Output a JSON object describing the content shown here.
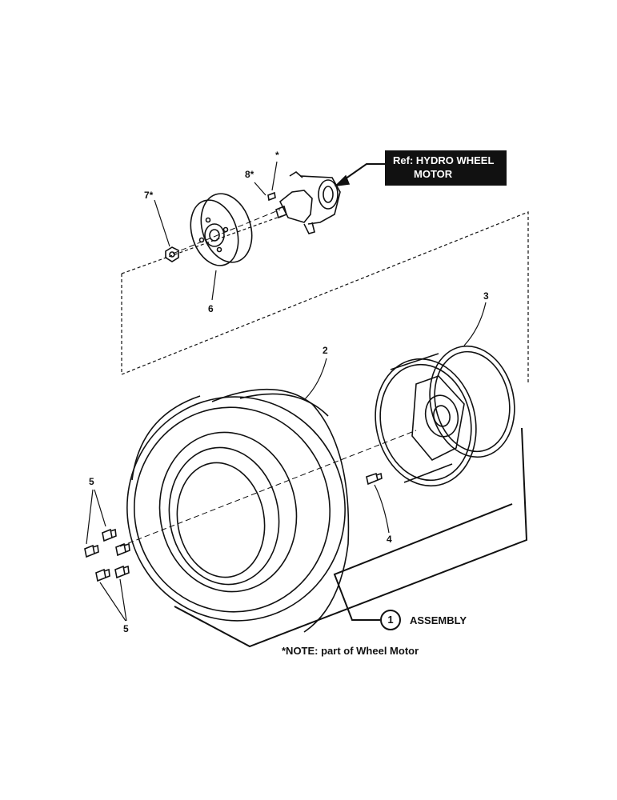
{
  "reference_box": {
    "line1": "Ref: HYDRO WHEEL",
    "line2": "MOTOR"
  },
  "callouts": {
    "star": "*",
    "part8": "8*",
    "part7": "7*",
    "part6": "6",
    "part3": "3",
    "part2": "2",
    "part4": "4",
    "part5_top": "5",
    "part5_bottom": "5"
  },
  "assembly": {
    "number": "1",
    "label": "ASSEMBLY"
  },
  "note": "*NOTE: part of Wheel Motor",
  "colors": {
    "ink": "#111111",
    "background": "#ffffff"
  }
}
